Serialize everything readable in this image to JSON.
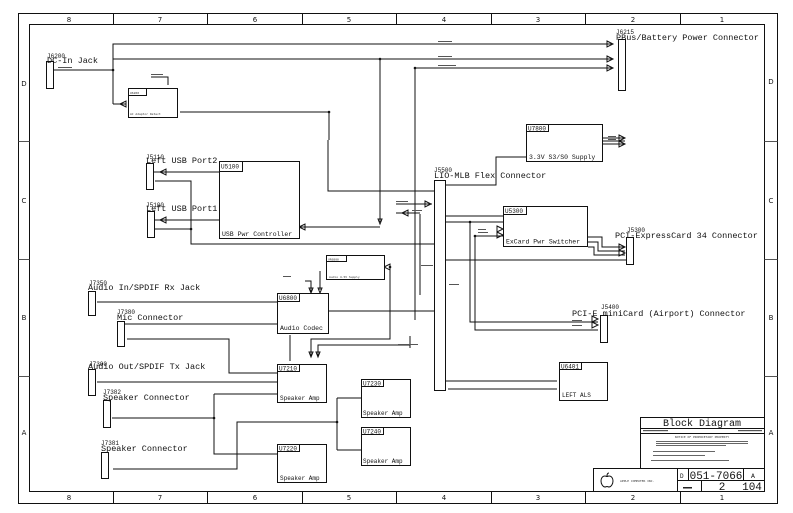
{
  "sheet": {
    "columns": [
      "8",
      "7",
      "6",
      "5",
      "4",
      "3",
      "2",
      "1"
    ],
    "rows": [
      "D",
      "C",
      "B",
      "A"
    ]
  },
  "connectors": {
    "j6200": {
      "ref": "J6200",
      "label": "DC-In Jack"
    },
    "j6215": {
      "ref": "J6215",
      "label": "PBus/Battery Power Connector"
    },
    "j5110": {
      "ref": "J5110",
      "label": "Left USB Port2"
    },
    "j5100": {
      "ref": "J5100",
      "label": "Left USB Port1"
    },
    "j5500": {
      "ref": "J5500",
      "label": "LIO-MLB Flex Connector"
    },
    "j5300": {
      "ref": "J5300",
      "label": "PCI-ExpressCard 34 Connector"
    },
    "j5400": {
      "ref": "J5400",
      "label": "PCI-E miniCard (Airport) Connector"
    },
    "j7350": {
      "ref": "J7350",
      "label": "Audio In/SPDIF Rx Jack"
    },
    "j7380": {
      "ref": "J7380",
      "label": "Mic Connector"
    },
    "j7300": {
      "ref": "J7300",
      "label": "Audio Out/SPDIF Tx Jack"
    },
    "j7382": {
      "ref": "J7382",
      "label": "Speaker Connector"
    },
    "j7381": {
      "ref": "J7381",
      "label": "Speaker Connector"
    }
  },
  "blocks": {
    "u6200": {
      "ref": "U6200",
      "label": "AC Adaptor Detect"
    },
    "u7800": {
      "ref": "U7800",
      "label": "3.3V S3/S0 Supply"
    },
    "u5100": {
      "ref": "U5100",
      "label": "USB Pwr Controller"
    },
    "u5300": {
      "ref": "U5300",
      "label": "ExCard Pwr Switcher"
    },
    "vr6800": {
      "ref": "VR6800",
      "label": "Audio 4.5V Supply"
    },
    "u6800": {
      "ref": "U6800",
      "label": "Audio Codec"
    },
    "u7210": {
      "ref": "U7210",
      "label": "Speaker Amp"
    },
    "u7220": {
      "ref": "U7220",
      "label": "Speaker Amp"
    },
    "u7230": {
      "ref": "U7230",
      "label": "Speaker Amp"
    },
    "u7240": {
      "ref": "U7240",
      "label": "Speaker Amp"
    },
    "u6401": {
      "ref": "U6401",
      "label": "LEFT ALS"
    }
  },
  "title_block": {
    "title": "Block Diagram",
    "notice": "NOTICE OF PROPRIETARY PROPERTY",
    "company": "APPLE COMPUTER INC.",
    "size": "D",
    "drawing_number": "051-7066",
    "revision": "A",
    "sheet": "2",
    "sheet_of": "104"
  }
}
